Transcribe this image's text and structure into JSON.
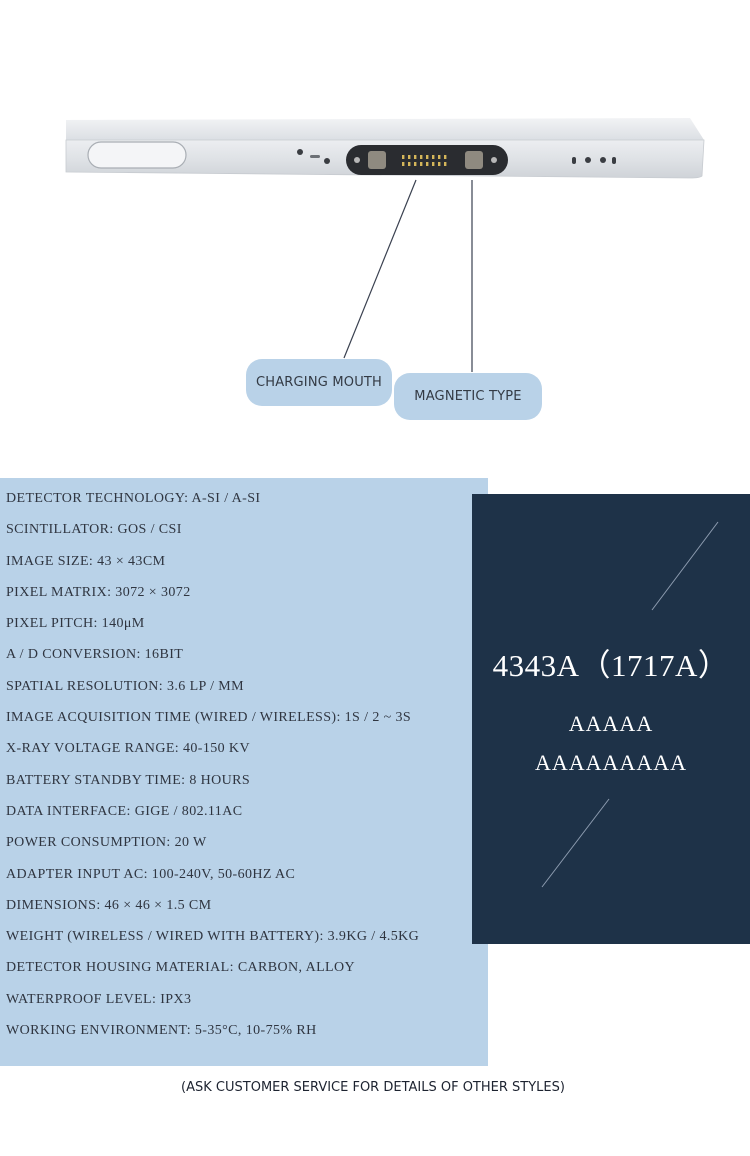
{
  "callouts": {
    "charging": "CHARGING MOUTH",
    "magnetic": "MAGNETIC TYPE"
  },
  "specs": [
    "DETECTOR TECHNOLOGY: A-SI / A-SI",
    "SCINTILLATOR: GOS / CSI",
    "IMAGE SIZE: 43 × 43CM",
    "PIXEL MATRIX: 3072 × 3072",
    "PIXEL PITCH: 140μM",
    "A / D CONVERSION: 16BIT",
    "SPATIAL RESOLUTION: 3.6 LP / MM",
    "IMAGE ACQUISITION TIME (WIRED / WIRELESS): 1S / 2 ~ 3S",
    "X-RAY VOLTAGE RANGE: 40-150 KV",
    "BATTERY STANDBY TIME: 8 HOURS",
    "DATA INTERFACE: GIGE / 802.11AC",
    "POWER CONSUMPTION: 20 W",
    "ADAPTER INPUT AC: 100-240V, 50-60HZ AC",
    "DIMENSIONS: 46 × 46 × 1.5 CM",
    "WEIGHT (WIRELESS / WIRED WITH BATTERY): 3.9KG / 4.5KG",
    "DETECTOR HOUSING MATERIAL: CARBON, ALLOY",
    "WATERPROOF LEVEL: IPX3",
    "WORKING ENVIRONMENT: 5-35°C, 10-75% RH"
  ],
  "model": {
    "title": "4343A（1717A）",
    "sub1": "AAAAA",
    "sub2": "AAAAAAAAA"
  },
  "footer": "(ASK CUSTOMER SERVICE FOR DETAILS OF OTHER STYLES)",
  "colors": {
    "panel_light": "#b9d2e8",
    "panel_dark": "#1e3248",
    "device_body": "#e3e6ea"
  }
}
